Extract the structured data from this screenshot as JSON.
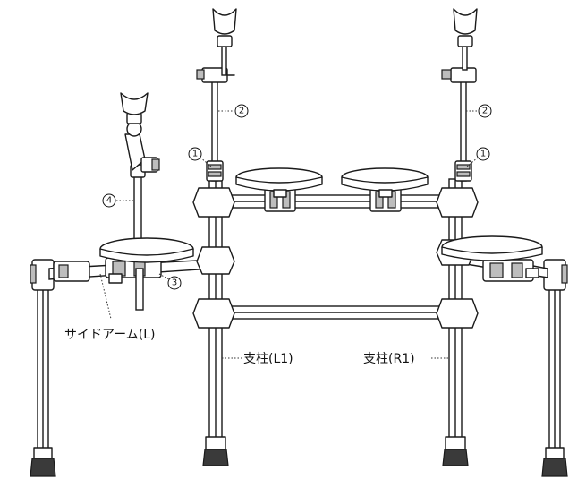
{
  "callouts": {
    "n1": "1",
    "n2": "2",
    "n3": "3",
    "n4": "4"
  },
  "labels": {
    "side_arm_left": "サイドアーム(L)",
    "post_left": "支柱(L1)",
    "post_right": "支柱(R1)"
  },
  "colors": {
    "line": "#1a1a1a",
    "clamp_shade": "#bdbdbd",
    "background": "#ffffff"
  }
}
